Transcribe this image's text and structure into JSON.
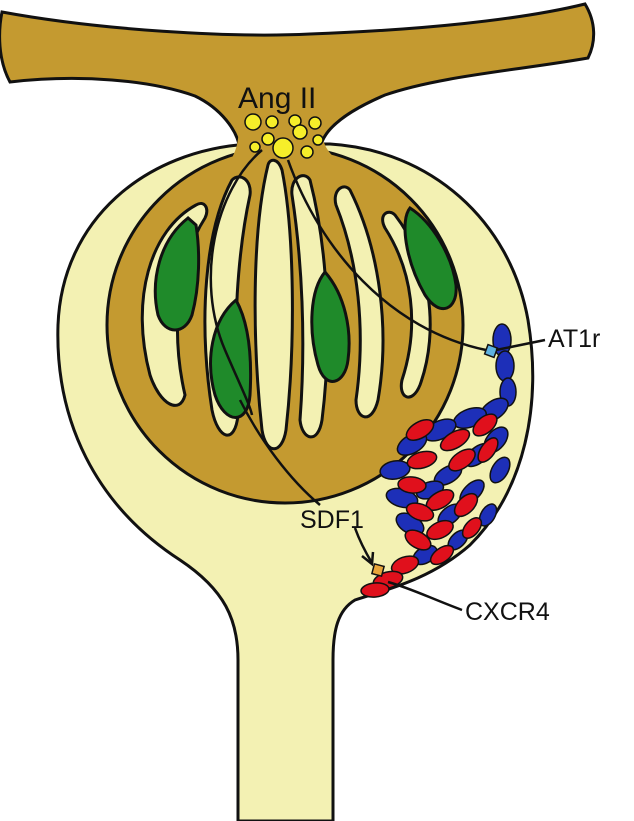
{
  "labels": {
    "ang_ii": "Ang II",
    "at1r": "AT1r",
    "sdf1": "SDF1",
    "cxcr4": "CXCR4"
  },
  "colors": {
    "capsule_fill": "#f3f1b3",
    "tuft_fill": "#c49a30",
    "outline": "#111111",
    "podocyte_green": "#1f8a2a",
    "cell_blue": "#1d2fb8",
    "cell_red": "#e0101c",
    "ang_ii_particles": "#f6ee2a",
    "at1r_receptor": "#5fb2e0",
    "cxcr4_receptor": "#e8a53a"
  }
}
